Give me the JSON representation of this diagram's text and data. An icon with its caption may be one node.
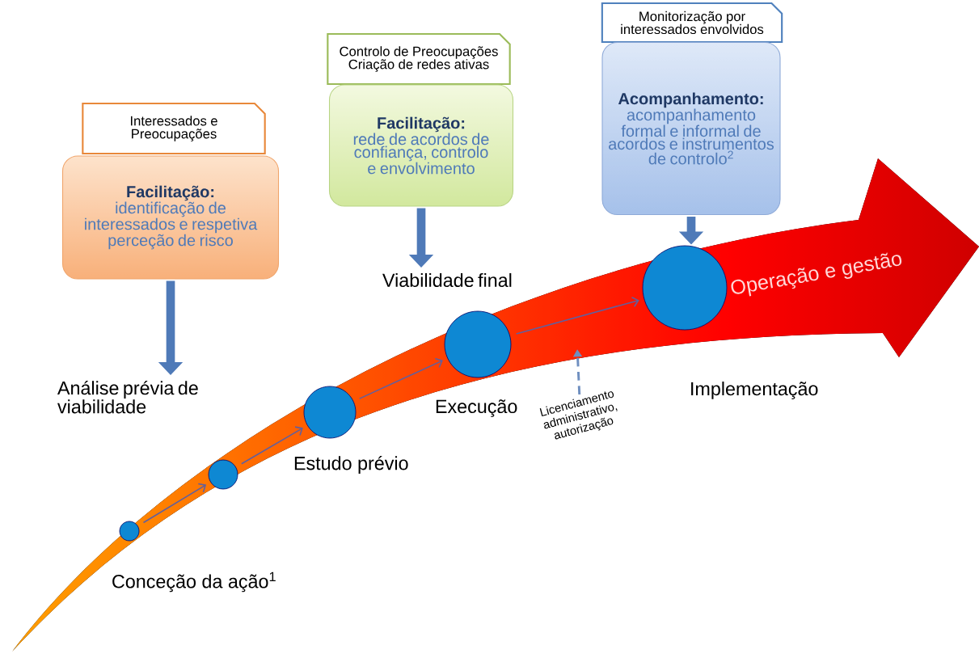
{
  "diagram": {
    "nodes": [
      {
        "text": [
          "Interessados e Preocupações"
        ]
      },
      {
        "text": [
          "Facilitação:",
          "identificação de interessados e respetiva perceção de risco"
        ]
      },
      {
        "text": [
          "Análise prévia de viabilidade"
        ]
      },
      {
        "text": [
          "Controlo de Preocupações",
          "Criação de redes ativas"
        ]
      },
      {
        "text": [
          "Facilitação:",
          "rede de acordos de confiança, controlo e envolvimento"
        ]
      },
      {
        "text": [
          "Viabilidade final"
        ]
      },
      {
        "text": [
          "Monitorização por interessados envolvidos"
        ]
      },
      {
        "text": [
          "Acompanhamento:",
          "acompanhamento formal e informal de acordos e instrumentos de controlo$^{2}$"
        ]
      },
      {
        "text": [],
        "shape": "circle",
        "beside": [
          "Conceção da ação$^{1}$"
        ]
      },
      {
        "text": [],
        "shape": "circle"
      },
      {
        "text": [],
        "shape": "circle",
        "beside": [
          "Estudo prévio"
        ]
      },
      {
        "text": [],
        "shape": "circle",
        "beside": [
          "Execução"
        ]
      },
      {
        "text": [],
        "shape": "circle",
        "beside": [
          "Implementação"
        ]
      },
      {
        "text": [
          "Licenciamento administrativo, autorização"
        ]
      }
    ],
    "edges": [
      {
        "from": 1,
        "to": 2,
        "arrow": "to",
        "style": "thick",
        "color": "#4f7ab8"
      },
      {
        "from": 4,
        "to": 5,
        "arrow": "to",
        "style": "thick",
        "color": "#4f7ab8"
      },
      {
        "from": 7,
        "to": 12,
        "arrow": "to",
        "style": "thick",
        "color": "#4f7ab8"
      },
      {
        "from": 8,
        "to": 9,
        "arrow": "to"
      },
      {
        "from": 9,
        "to": 10,
        "arrow": "to"
      },
      {
        "from": 10,
        "to": 11,
        "arrow": "to"
      },
      {
        "from": 11,
        "to": 12,
        "arrow": "to"
      },
      {
        "from": 13,
        "to": null,
        "arrow": "to",
        "style": "dashed",
        "color": "#6f8fc0"
      }
    ],
    "labels": [
      "Operação e gestão"
    ]
  }
}
